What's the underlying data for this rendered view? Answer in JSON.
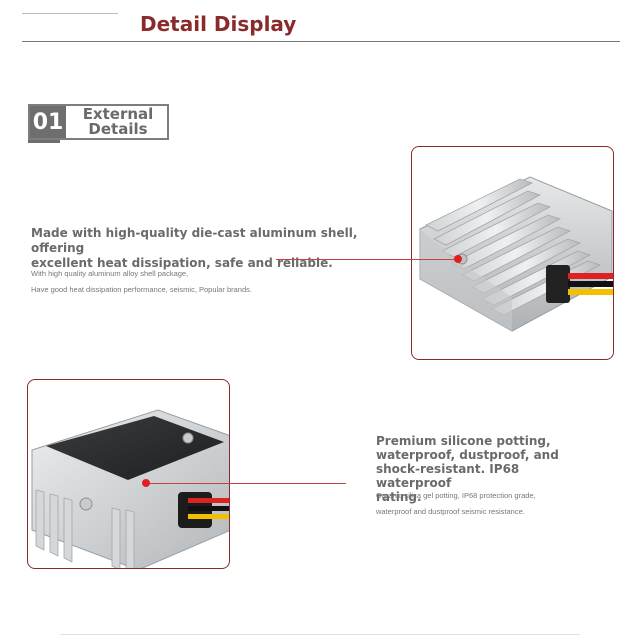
{
  "header": {
    "title": "Detail Display"
  },
  "section": {
    "number": "01",
    "label_line1": "External",
    "label_line2": "Details"
  },
  "feature1": {
    "main_line1": "Made with high-quality die-cast aluminum shell, offering",
    "main_line2": "excellent heat dissipation, safe and reliable.",
    "sub_line1": "With high quality aluminum alloy shell package,",
    "sub_line2": "Have good heat dissipation performance, seismic, Popular brands."
  },
  "feature2": {
    "main_line1": "Premium silicone potting,",
    "main_line2": "waterproof, dustproof, and",
    "main_line3": "shock-resistant. IP68 waterproof",
    "main_line4": "rating.",
    "sub_line1": "Organic silica gel potting, IP68 protection grade,",
    "sub_line2": "waterproof and dustproof seismic resistance."
  },
  "colors": {
    "accent": "#8b2a2a",
    "pointer": "#e02020",
    "badge": "#6e6e6e"
  }
}
